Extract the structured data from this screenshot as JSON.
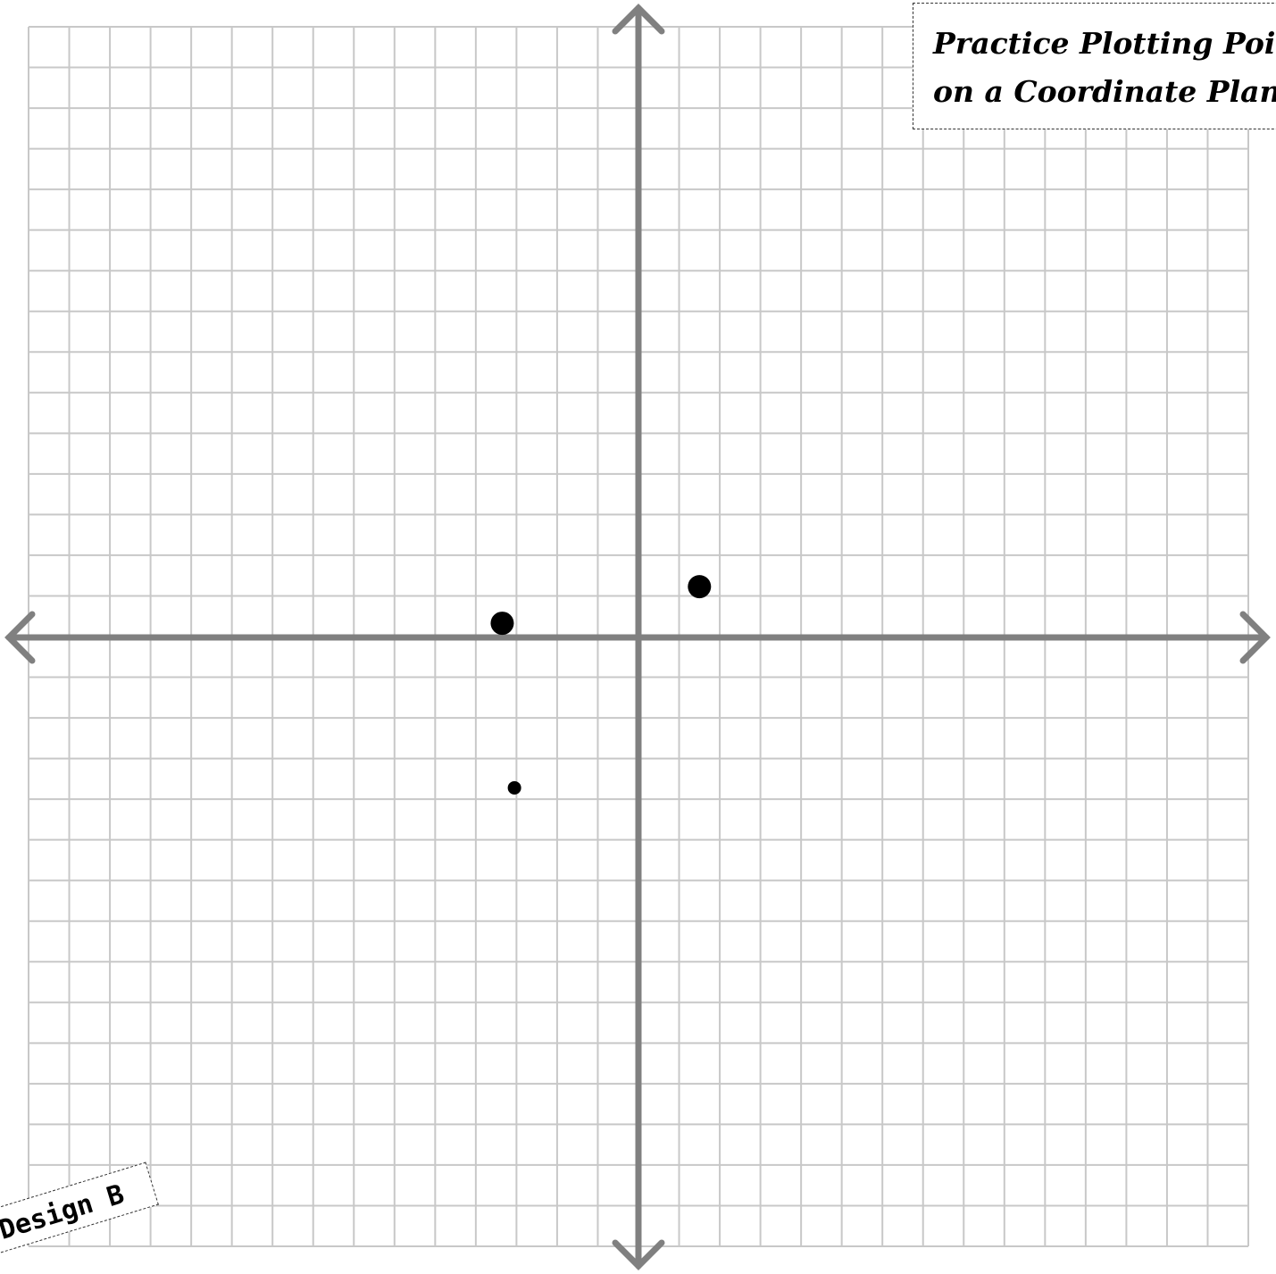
{
  "title": {
    "line1": "Practice Plotting Poin",
    "line2": "on a Coordinate Plane"
  },
  "tag": "Design B",
  "colors": {
    "grid": "#c8c8c8",
    "axis": "#808080",
    "point": "#000000"
  },
  "chart_data": {
    "type": "scatter",
    "title": "Practice Plotting Points on a Coordinate Plane",
    "xlabel": "",
    "ylabel": "",
    "xlim": [
      -15,
      15
    ],
    "ylim": [
      -15,
      15
    ],
    "grid": true,
    "tick_labels": false,
    "legend": "none",
    "points": [
      {
        "x": 1.5,
        "y": 1.25,
        "size": "large"
      },
      {
        "x": -3.35,
        "y": 0.35,
        "size": "large"
      },
      {
        "x": -3.05,
        "y": -3.7,
        "size": "small"
      }
    ]
  }
}
